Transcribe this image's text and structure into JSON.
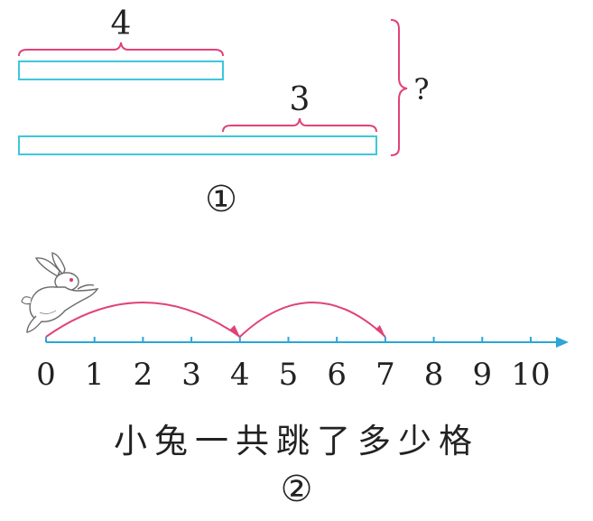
{
  "figure1": {
    "label_top": "4",
    "label_bottom": "3",
    "label_total": "?",
    "marker": "①"
  },
  "figure2": {
    "number_line": {
      "ticks": [
        "0",
        "1",
        "2",
        "3",
        "4",
        "5",
        "6",
        "7",
        "8",
        "9",
        "10"
      ],
      "jumps": [
        {
          "from": 0,
          "to": 4
        },
        {
          "from": 4,
          "to": 7
        }
      ]
    },
    "question": "小兔一共跳了多少格",
    "marker": "②",
    "image": "rabbit-icon"
  },
  "colors": {
    "bar": "#3cc8dc",
    "brace": "#e0427a",
    "arrow": "#e0427a",
    "axis": "#2aa6d8",
    "text": "#222222"
  }
}
